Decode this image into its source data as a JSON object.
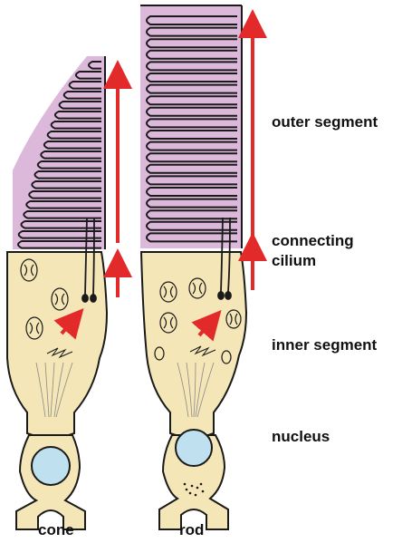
{
  "labels": {
    "outer_segment": "outer segment",
    "connecting_cilium_line1": "connecting",
    "connecting_cilium_line2": "cilium",
    "inner_segment": "inner segment",
    "nucleus": "nucleus",
    "cone": "cone",
    "rod": "rod"
  },
  "colors": {
    "outer_segment_fill": "#dcb8db",
    "inner_segment_fill": "#f4e6b6",
    "nucleus_fill": "#bfe0ee",
    "arrow": "#e32a2a",
    "outline": "#1a1a1a"
  }
}
